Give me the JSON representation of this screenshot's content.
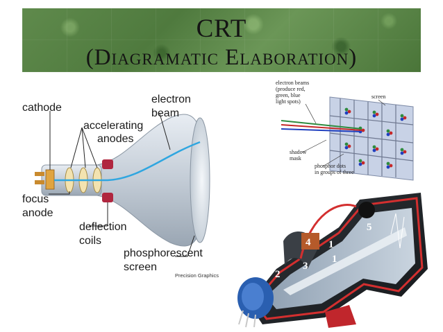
{
  "slide": {
    "title": "CRT",
    "subtitle": "(Diagramatic Elaboration)"
  },
  "diagram_left": {
    "labels": {
      "cathode": "cathode",
      "accelerating": "accelerating",
      "anodes": "anodes",
      "electron": "electron",
      "beam": "beam",
      "focus": "focus",
      "anode": "anode",
      "deflection": "deflection",
      "coils": "coils",
      "phosphorescent": "phosphorescent",
      "screen": "screen"
    },
    "credit": "Precision Graphics"
  },
  "diagram_top_right": {
    "labels": {
      "electron_beams_1": "electron beams",
      "electron_beams_2": "(produce red,",
      "electron_beams_3": "green, blue",
      "electron_beams_4": "light spots)",
      "screen": "screen",
      "shadow": "shadow",
      "mask": "mask",
      "phosphor_1": "phosphor dots",
      "phosphor_2": "in groups of three"
    },
    "beam_colors": [
      "#2e8b3e",
      "#c62828",
      "#1f3fbf"
    ]
  },
  "diagram_bottom_right": {
    "markers": [
      "1",
      "1",
      "2",
      "3",
      "4",
      "5"
    ],
    "accent": "#d32f2f"
  }
}
